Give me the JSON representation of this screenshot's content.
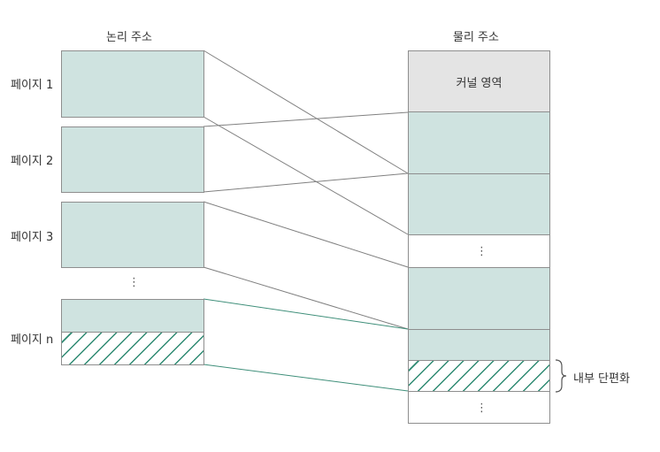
{
  "logical": {
    "header": "논리 주소",
    "pages": [
      "페이지 1",
      "페이지 2",
      "페이지 3",
      "페이지 n"
    ],
    "ellipsis": "⋮"
  },
  "physical": {
    "header": "물리 주소",
    "kernel_label": "커널 영역",
    "ellipsis": "⋮",
    "fragment_label": "내부 단편화"
  },
  "colors": {
    "frame_fill": "#cfe3e0",
    "kernel_fill": "#e4e4e4",
    "hatch_line": "#2e8a72",
    "mapping_line": "#808080",
    "page_n_line": "#3f8f7a"
  }
}
